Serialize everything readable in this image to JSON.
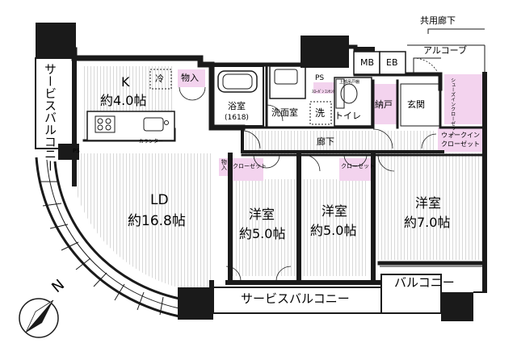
{
  "rooms": {
    "kitchen_name": "K",
    "kitchen_size": "約4.0帖",
    "ld_name": "LD",
    "ld_size": "約16.8帖",
    "western1_name": "洋室",
    "western1_size": "約5.0帖",
    "western2_name": "洋室",
    "western2_size": "約5.0帖",
    "western3_name": "洋室",
    "western3_size": "約7.0帖",
    "bath_name": "浴室",
    "bath_size": "(1618)",
    "washroom": "洗面室",
    "toilet": "トイレ",
    "wash": "洗",
    "storage": "納戸",
    "entrance": "玄関",
    "corridor": "廊下",
    "shoe_closet": "シューズインクローゼット",
    "walk_in_closet_line1": "ウォークイン",
    "walk_in_closet_line2": "クローゼット",
    "closet": "クローゼット",
    "closet2": "クローゼット",
    "mono_ire": "物入",
    "mono_ire_small": "物入",
    "service_balcony_left": "サービスバルコニー",
    "service_balcony_bottom": "サービスバルコニー",
    "balcony": "バルコニー",
    "alcove": "アルコーブ",
    "common_corridor": "共用廊下",
    "mb": "MB",
    "eb": "EB",
    "ps1": "PS",
    "ps2": "PS",
    "fridge": "冷",
    "counter": "カウンター",
    "north": "N",
    "tiny1": "ｽﾛｰｶﾞﾝ",
    "tiny2": "ｺﾝｾﾝﾄ",
    "tiny3": "上部吊戸棚"
  },
  "colors": {
    "wall": "#1a1a1a",
    "storage_fill": "#f3d3ee",
    "floor_lines": "#c8c8c8",
    "balcony_fill": "#ffffff"
  }
}
